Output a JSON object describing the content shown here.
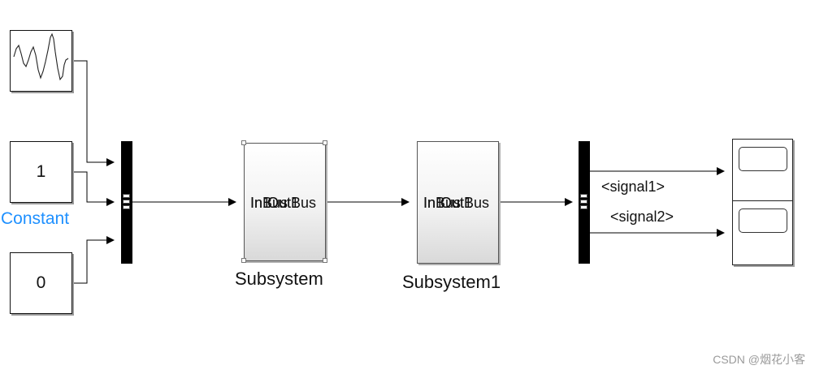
{
  "diagram": {
    "constant_block": {
      "value": "1",
      "name": "Constant",
      "name_color": "#1e90ff"
    },
    "zero_block": {
      "value": "0"
    },
    "subsystem1": {
      "port_in": "In1",
      "port_out": "Out1",
      "in_bus": "InBus",
      "out_bus": "OutBus",
      "name": "Subsystem"
    },
    "subsystem2": {
      "port_in": "In1",
      "port_out": "Out1",
      "in_bus": "InBus",
      "out_bus": "OutBus",
      "name": "Subsystem1"
    },
    "signals": {
      "signal1": "<signal1>",
      "signal2": "<signal2>"
    }
  },
  "watermark": "CSDN @烟花小客"
}
